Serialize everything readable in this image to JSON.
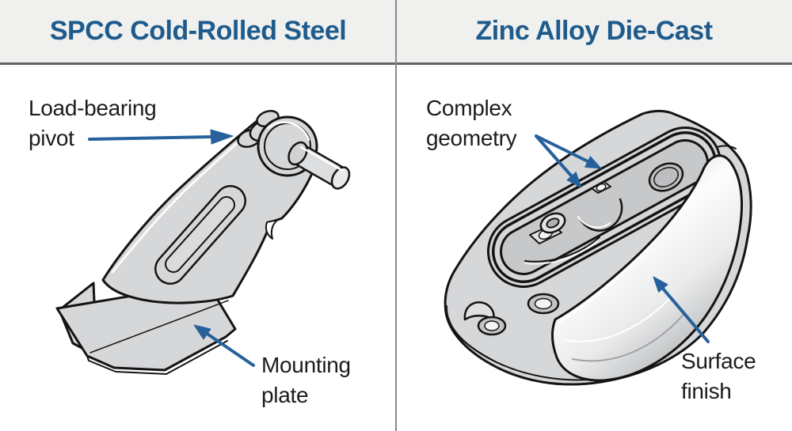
{
  "header": {
    "left_title": "SPCC Cold-Rolled Steel",
    "right_title": "Zinc Alloy Die-Cast"
  },
  "panels": [
    {
      "title": "SPCC Cold-Rolled Steel",
      "callouts": [
        {
          "line1": "Load-bearing",
          "line2": "pivot"
        },
        {
          "line1": "Mounting",
          "line2": "plate"
        }
      ]
    },
    {
      "title": "Zinc Alloy Die-Cast",
      "callouts": [
        {
          "line1": "Complex",
          "line2": "geometry"
        },
        {
          "line1": "Surface",
          "line2": "finish"
        }
      ]
    }
  ],
  "colors": {
    "header_bg": "#f0f0ee",
    "header_text": "#1e5b8d",
    "arrow_blue": "#26619c",
    "part_fill": "#d6d7d9",
    "outline": "#141414",
    "divider_gray": "#8a8a8a",
    "label_text": "#1c1c1c"
  }
}
